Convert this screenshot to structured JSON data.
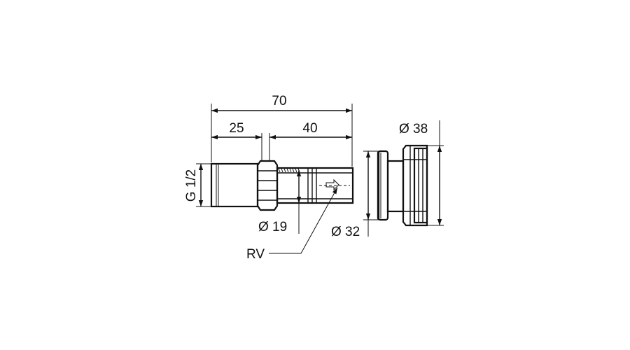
{
  "dimensions": {
    "overall_length": "70",
    "left_length": "25",
    "right_length": "40",
    "thread": "G 1/2",
    "inner_diameter": "Ø 19",
    "outer_diameter": "Ø 32",
    "flange_diameter": "Ø 38",
    "valve": "RV"
  }
}
